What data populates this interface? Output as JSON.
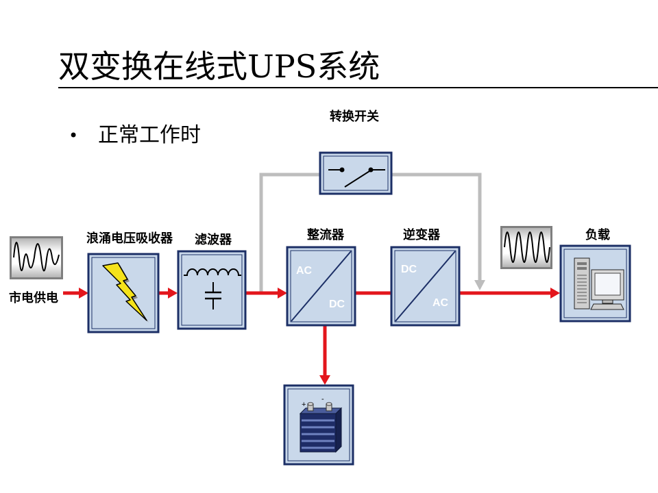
{
  "title": "双变换在线式UPS系统",
  "bullet": {
    "marker": "•",
    "text": "正常工作时"
  },
  "diagram": {
    "source_label": "市电供电",
    "surge_label": "浪涌电压吸收器",
    "filter_label": "滤波器",
    "rectifier": {
      "label": "整流器",
      "input": "AC",
      "output": "DC"
    },
    "inverter": {
      "label": "逆变器",
      "input": "DC",
      "output": "AC"
    },
    "switch_label": "转换开关",
    "load_label": "负载",
    "battery": {
      "plus": "+",
      "minus": "-"
    }
  },
  "icons": [
    "sine-wave-icon",
    "lightning-icon",
    "inductor-icon",
    "capacitor-icon",
    "switch-icon",
    "computer-icon",
    "battery-icon"
  ],
  "colors": {
    "main_path": "#e3161c",
    "bypass_path": "#bdbdbd",
    "box_fill": "#c9d8ea",
    "box_border": "#1c2f66"
  }
}
